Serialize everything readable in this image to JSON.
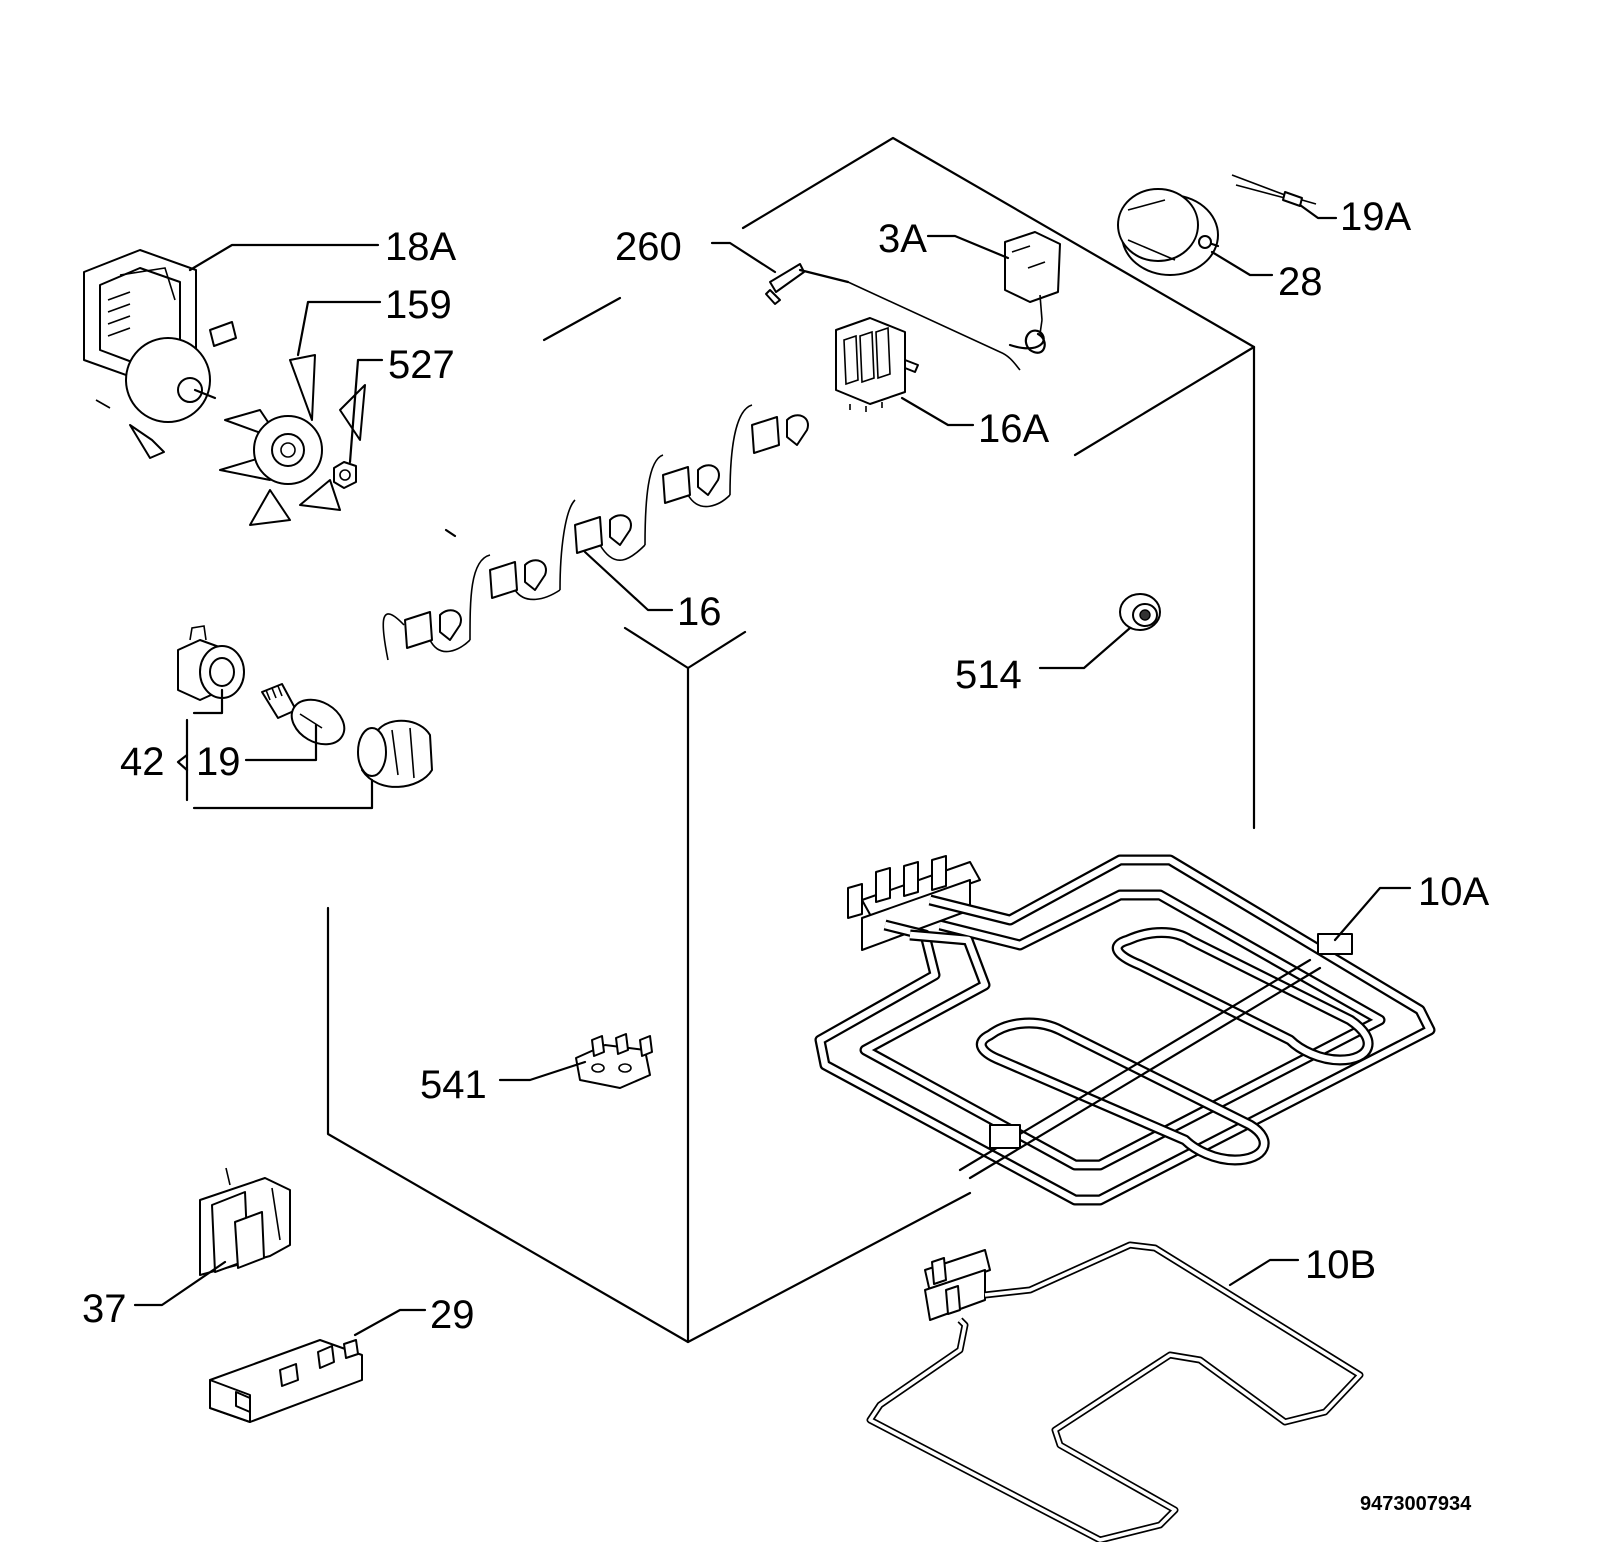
{
  "diagram": {
    "document_code": "9473007934",
    "parts": [
      {
        "id": "p18a",
        "label": "18A"
      },
      {
        "id": "p159",
        "label": "159"
      },
      {
        "id": "p527",
        "label": "527"
      },
      {
        "id": "p260",
        "label": "260"
      },
      {
        "id": "p3a",
        "label": "3A"
      },
      {
        "id": "p19a",
        "label": "19A"
      },
      {
        "id": "p28",
        "label": "28"
      },
      {
        "id": "p16a",
        "label": "16A"
      },
      {
        "id": "p16",
        "label": "16"
      },
      {
        "id": "p514",
        "label": "514"
      },
      {
        "id": "p42",
        "label": "42"
      },
      {
        "id": "p19",
        "label": "19"
      },
      {
        "id": "p10a",
        "label": "10A"
      },
      {
        "id": "p541",
        "label": "541"
      },
      {
        "id": "p10b",
        "label": "10B"
      },
      {
        "id": "p37",
        "label": "37"
      },
      {
        "id": "p29",
        "label": "29"
      }
    ]
  }
}
